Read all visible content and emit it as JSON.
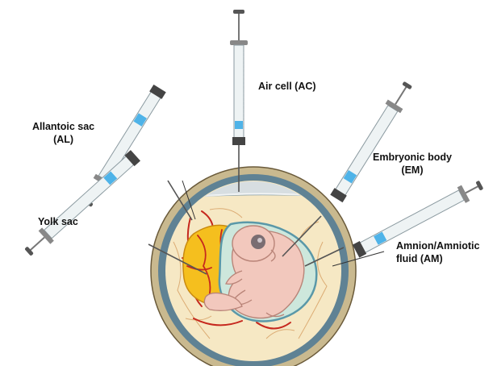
{
  "labels": {
    "air_cell": "Air cell (AC)",
    "allantoic_sac": {
      "line1": "Allantoic sac",
      "line2": "(AL)"
    },
    "yolk_sac": "Yolk sac",
    "embryonic_body": {
      "line1": "Embryonic body",
      "line2": "(EM)"
    },
    "amnion": {
      "line1": "Amnion/Amniotic",
      "line2": "fluid (AM)"
    }
  },
  "colors": {
    "shell": "#c9b98f",
    "membrane": "#5f8294",
    "albumen": "#f6e8c4",
    "air_cell": "#d7dee1",
    "yolk": "#f5bf1e",
    "vessels": "#c6281e",
    "embryo": "#f2c8bd",
    "amnion": "#cde7dc",
    "syringe_fluid": "#4fb3e8"
  }
}
